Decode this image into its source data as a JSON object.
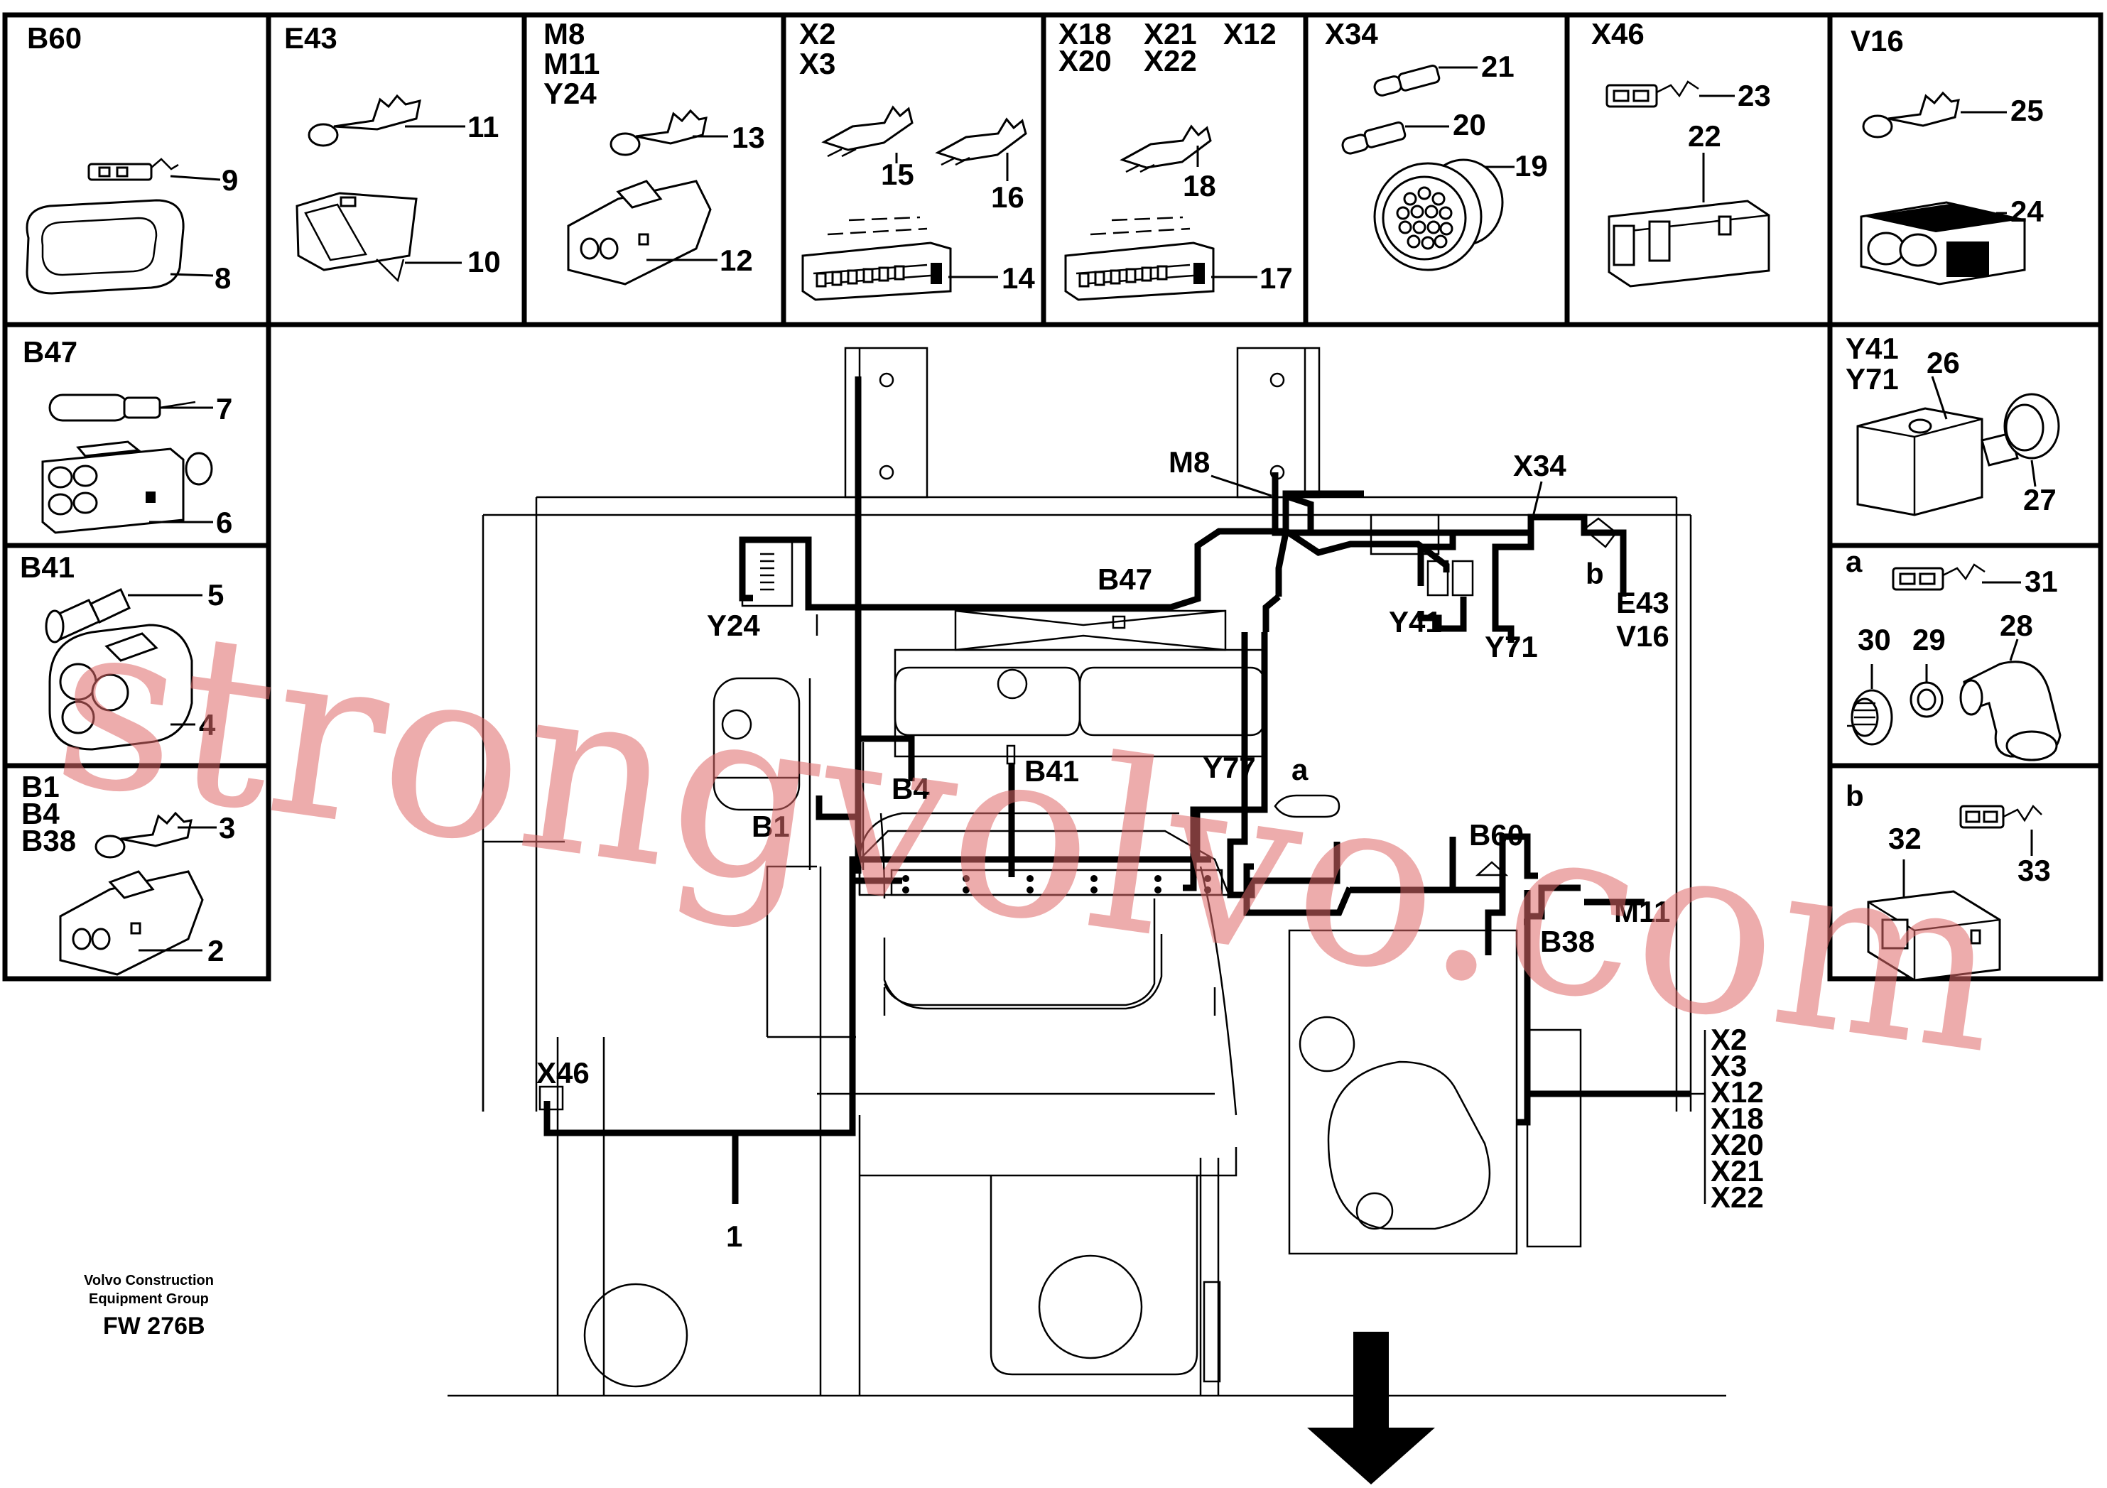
{
  "panels": {
    "b60": {
      "title": "B60",
      "callouts": [
        "9",
        "8"
      ]
    },
    "e43": {
      "title": "E43",
      "callouts": [
        "11",
        "10"
      ]
    },
    "m8": {
      "title_lines": [
        "M8",
        "M11",
        "Y24"
      ],
      "callouts": [
        "13",
        "12"
      ]
    },
    "x2": {
      "title_lines": [
        "X2",
        "X3"
      ],
      "callouts": [
        "15",
        "16",
        "14"
      ]
    },
    "x18": {
      "title_lines": [
        "X18",
        "X21",
        "X12",
        "X20",
        "X22"
      ],
      "callouts": [
        "18",
        "17"
      ]
    },
    "x34": {
      "title": "X34",
      "callouts": [
        "21",
        "20",
        "19"
      ]
    },
    "x46": {
      "title": "X46",
      "callouts": [
        "23",
        "22"
      ]
    },
    "v16": {
      "title": "V16",
      "callouts": [
        "25",
        "24"
      ]
    },
    "b47": {
      "title": "B47",
      "callouts": [
        "7",
        "6"
      ]
    },
    "b41": {
      "title": "B41",
      "callouts": [
        "5",
        "4"
      ]
    },
    "b1": {
      "title_lines": [
        "B1",
        "B4",
        "B38"
      ],
      "callouts": [
        "3",
        "2"
      ]
    },
    "y41": {
      "title_lines": [
        "Y41",
        "Y71"
      ],
      "callouts": [
        "26",
        "27"
      ]
    },
    "a": {
      "title": "a",
      "callouts": [
        "31",
        "30",
        "29",
        "28"
      ]
    },
    "b": {
      "title": "b",
      "callouts": [
        "32",
        "33"
      ]
    }
  },
  "main_labels": {
    "m8": "M8",
    "x34": "X34",
    "b47": "B47",
    "y24": "Y24",
    "b": "b",
    "e43": "E43",
    "v16": "V16",
    "y41": "Y41",
    "y71": "Y71",
    "b4": "B4",
    "b41": "B41",
    "y77": "Y77",
    "a": "a",
    "b1": "B1",
    "b60": "B60",
    "m11": "M11",
    "b38": "B38",
    "x46": "X46",
    "harness": "1",
    "x_list": [
      "X2",
      "X3",
      "X12",
      "X18",
      "X20",
      "X21",
      "X22"
    ]
  },
  "footer": {
    "line1": "Volvo Construction",
    "line2": "Equipment Group",
    "code": "FW 276B"
  },
  "watermark": "strongvolvo.com"
}
